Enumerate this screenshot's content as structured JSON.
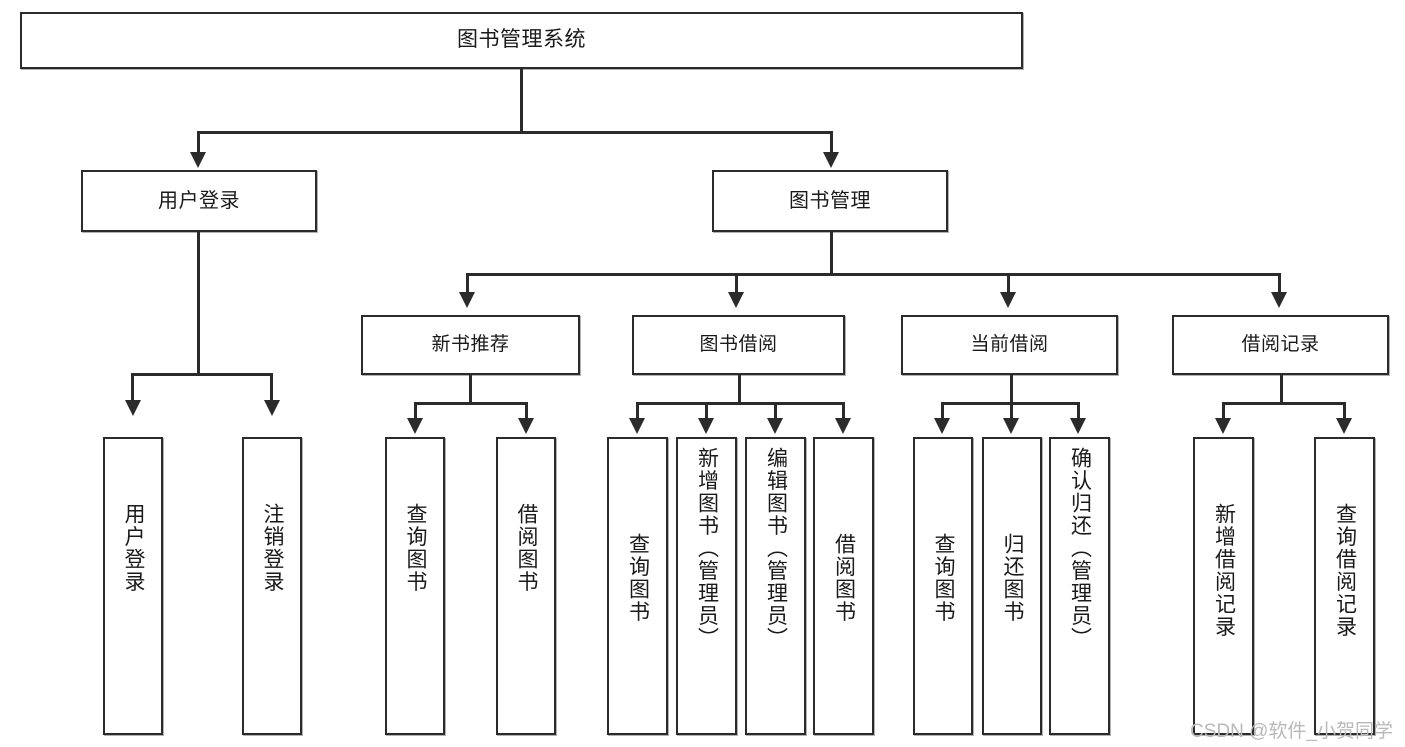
{
  "diagram": {
    "title": "图书管理系统",
    "type": "tree-hierarchy",
    "root": {
      "label": "图书管理系统"
    },
    "level2": [
      {
        "label": "用户登录"
      },
      {
        "label": "图书管理"
      }
    ],
    "level3": [
      {
        "label": "新书推荐"
      },
      {
        "label": "图书借阅"
      },
      {
        "label": "当前借阅"
      },
      {
        "label": "借阅记录"
      }
    ],
    "leaves": {
      "user_login": [
        {
          "label": "用户登录"
        },
        {
          "label": "注销登录"
        }
      ],
      "new_book_recommend": [
        {
          "label": "查询图书"
        },
        {
          "label": "借阅图书"
        }
      ],
      "book_borrow": [
        {
          "label": "查询图书"
        },
        {
          "label": "新增图书（管理员）"
        },
        {
          "label": "编辑图书（管理员）"
        },
        {
          "label": "借阅图书"
        }
      ],
      "current_borrow": [
        {
          "label": "查询图书"
        },
        {
          "label": "归还图书"
        },
        {
          "label": "确认归还（管理员）"
        }
      ],
      "borrow_record": [
        {
          "label": "新增借阅记录"
        },
        {
          "label": "查询借阅记录"
        }
      ]
    }
  },
  "watermark": {
    "text": "CSDN @软件_小贺同学"
  },
  "colors": {
    "box_border": "#2b2b2b",
    "box_fill": "#ffffff",
    "connector": "#2b2b2b",
    "text": "#1a1a1a",
    "watermark": "#b9b9b9"
  }
}
